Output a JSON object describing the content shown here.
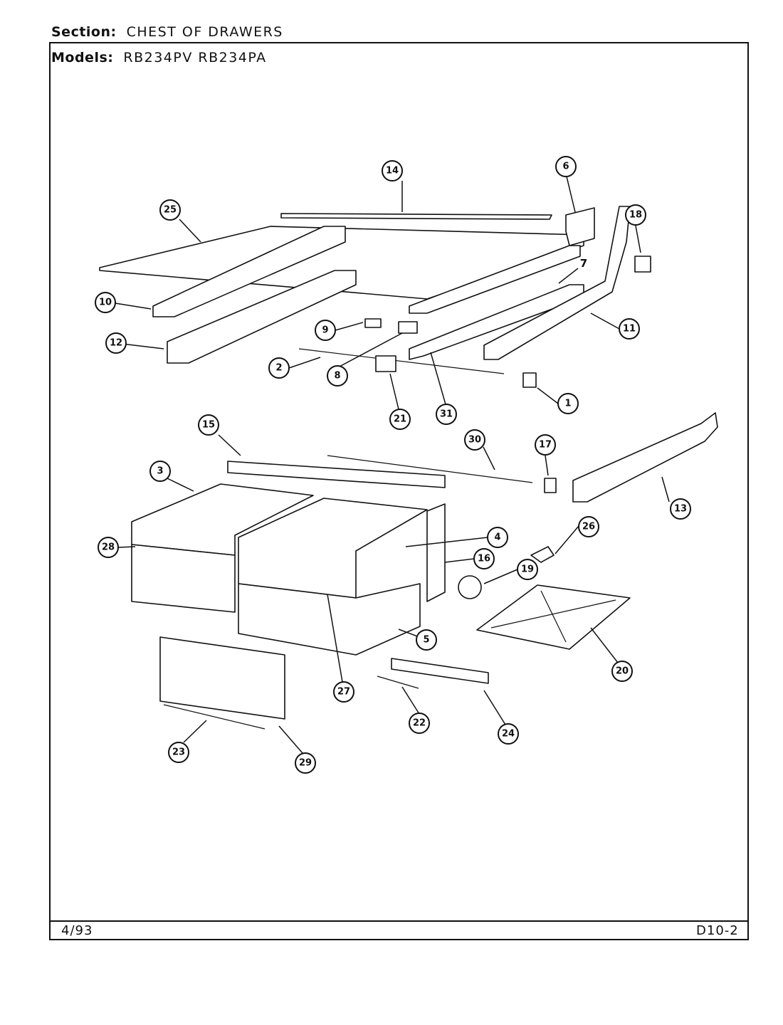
{
  "header": {
    "section_label": "Section:",
    "section_value": "CHEST OF DRAWERS",
    "models_label": "Models:",
    "models_value": "RB234PV RB234PA"
  },
  "footer": {
    "date": "4/93",
    "page_code": "D10-2"
  },
  "callouts": [
    "1",
    "2",
    "3",
    "4",
    "5",
    "6",
    "7",
    "8",
    "9",
    "10",
    "11",
    "12",
    "13",
    "14",
    "15",
    "16",
    "17",
    "18",
    "19",
    "20",
    "21",
    "22",
    "23",
    "24",
    "25",
    "26",
    "27",
    "28",
    "29",
    "30",
    "31"
  ]
}
